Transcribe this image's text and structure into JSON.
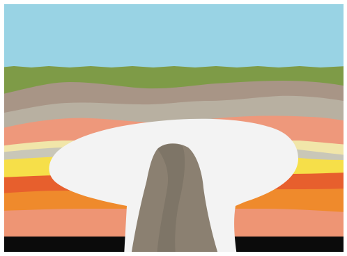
{
  "diagram": {
    "subject": "geologic-cross-section",
    "features": [
      {
        "id": "sky",
        "color": "#99d3e4"
      },
      {
        "id": "grass",
        "color": "#7e9b47"
      },
      {
        "id": "topsoil",
        "color": "#a89586"
      },
      {
        "id": "gray-stratum",
        "color": "#b8b0a1"
      },
      {
        "id": "salmon-stratum",
        "color": "#ee987b"
      },
      {
        "id": "cream-stratum",
        "color": "#f1e6a9"
      },
      {
        "id": "light-gray-stratum",
        "color": "#c9c7b8"
      },
      {
        "id": "yellow-stratum",
        "color": "#f6df49"
      },
      {
        "id": "red-orange-stratum",
        "color": "#e75f2d"
      },
      {
        "id": "orange-stratum",
        "color": "#ef8a2c"
      },
      {
        "id": "lower-salmon-stratum",
        "color": "#ee9574"
      },
      {
        "id": "bedrock",
        "color": "#0b0b0b"
      },
      {
        "id": "mushroom-intrusion",
        "color": "#f3f3f3"
      },
      {
        "id": "magma-conduit",
        "color": "#8b8071"
      }
    ]
  }
}
